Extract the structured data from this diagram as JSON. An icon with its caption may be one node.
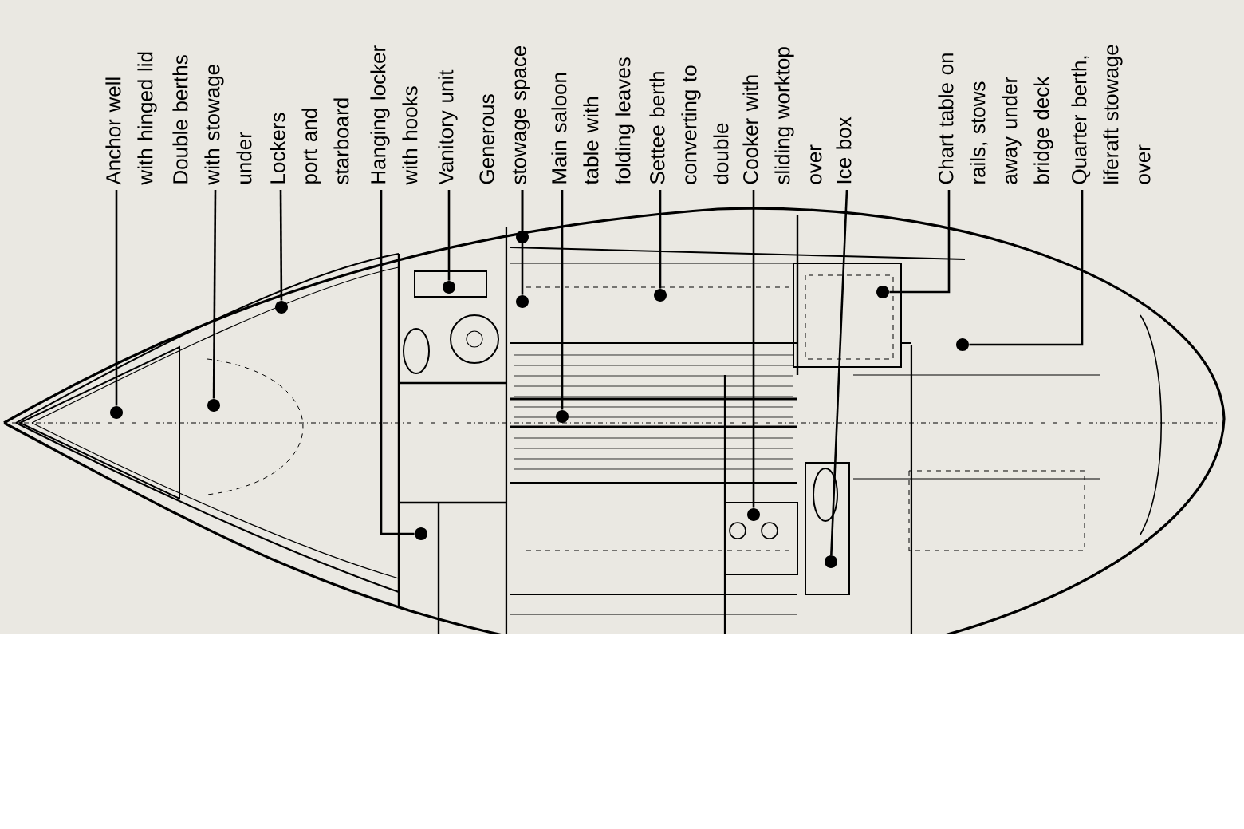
{
  "diagram": {
    "nodes": [
      {
        "text": [
          "Anchor well with hinged lid"
        ]
      },
      {
        "text": [
          "Double berths with stowage under"
        ]
      },
      {
        "text": [
          "Lockers port and starboard"
        ]
      },
      {
        "text": [
          "Hanging locker with hooks"
        ]
      },
      {
        "text": [
          "Vanitory unit"
        ]
      },
      {
        "text": [
          "Generous stowage space"
        ]
      },
      {
        "text": [
          "Main saloon table with folding leaves"
        ]
      },
      {
        "text": [
          "Settee berth converting to double"
        ]
      },
      {
        "text": [
          "Cooker with sliding worktop over"
        ]
      },
      {
        "text": [
          "Ice box"
        ]
      },
      {
        "text": [
          "Chart table on rails, stows away under bridge deck"
        ]
      },
      {
        "text": [
          "Quarter berth, liferaft stowage over"
        ]
      },
      {
        "text": [],
        "shape": "circle"
      },
      {
        "text": [],
        "shape": "circle"
      },
      {
        "text": [],
        "shape": "circle"
      },
      {
        "text": [],
        "shape": "circle"
      },
      {
        "text": [],
        "shape": "circle"
      },
      {
        "text": [],
        "shape": "circle"
      },
      {
        "text": [],
        "shape": "circle"
      },
      {
        "text": [],
        "shape": "circle"
      },
      {
        "text": [],
        "shape": "circle"
      },
      {
        "text": [],
        "shape": "circle"
      },
      {
        "text": [],
        "shape": "circle"
      },
      {
        "text": [],
        "shape": "circle"
      },
      {
        "text": [],
        "shape": "circle"
      }
    ],
    "edges": [
      {
        "from": 0,
        "to": 12,
        "arrow": "none"
      },
      {
        "from": 1,
        "to": 13,
        "arrow": "none"
      },
      {
        "from": 2,
        "to": 14,
        "arrow": "none"
      },
      {
        "from": 3,
        "to": 15,
        "arrow": "none"
      },
      {
        "from": 4,
        "to": 16,
        "arrow": "none"
      },
      {
        "from": 5,
        "to": 17,
        "arrow": "none"
      },
      {
        "from": 5,
        "to": 18,
        "arrow": "none"
      },
      {
        "from": 6,
        "to": 19,
        "arrow": "none"
      },
      {
        "from": 7,
        "to": 20,
        "arrow": "none"
      },
      {
        "from": 8,
        "to": 21,
        "arrow": "none"
      },
      {
        "from": 9,
        "to": 22,
        "arrow": "none"
      },
      {
        "from": 10,
        "to": 23,
        "arrow": "none"
      },
      {
        "from": 11,
        "to": 24,
        "arrow": "none"
      }
    ]
  }
}
